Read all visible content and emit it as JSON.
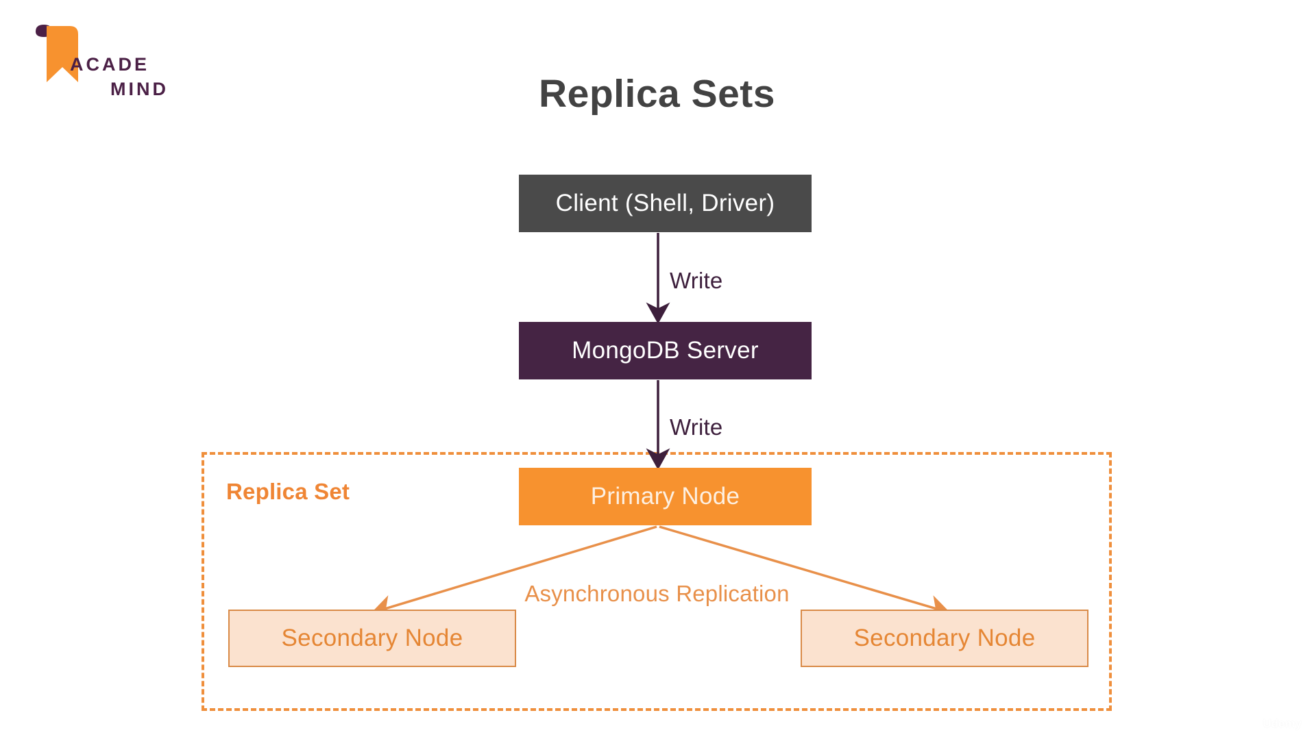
{
  "brand": {
    "logo_icon": "academind-bookmark-logo",
    "name_line1": "ACADE",
    "name_line2": "MIND",
    "logo_orange": "#f7922f",
    "logo_purple": "#4b2046"
  },
  "page": {
    "title": "Replica Sets",
    "title_color": "#424242",
    "background": "#ffffff"
  },
  "diagram": {
    "type": "flow-diagram",
    "nodes": [
      {
        "id": "client",
        "label": "Client (Shell, Driver)",
        "fill": "#4a4a4a",
        "text_color": "#ffffff"
      },
      {
        "id": "server",
        "label": "MongoDB Server",
        "fill": "#452444",
        "text_color": "#ffffff"
      },
      {
        "id": "primary",
        "label": "Primary Node",
        "fill": "#f7922f",
        "text_color": "#fdf0e2"
      },
      {
        "id": "secondary1",
        "label": "Secondary Node",
        "fill": "#fbe2cf",
        "text_color": "#e58634"
      },
      {
        "id": "secondary2",
        "label": "Secondary Node",
        "fill": "#fbe2cf",
        "text_color": "#e58634"
      }
    ],
    "edges": [
      {
        "id": "client-to-server",
        "label": "Write",
        "color": "#3d1f3c"
      },
      {
        "id": "server-to-primary",
        "label": "Write",
        "color": "#3d1f3c"
      },
      {
        "id": "primary-to-secondaries",
        "label": "Asynchronous Replication",
        "color": "#e8904a"
      }
    ],
    "group": {
      "label": "Replica Set",
      "border_style": "dashed",
      "border_color": "#ef8f3c",
      "label_color": "#ef8534"
    }
  },
  "watermark": {
    "label": "Udemy",
    "icon": "udemy-logo-icon"
  }
}
